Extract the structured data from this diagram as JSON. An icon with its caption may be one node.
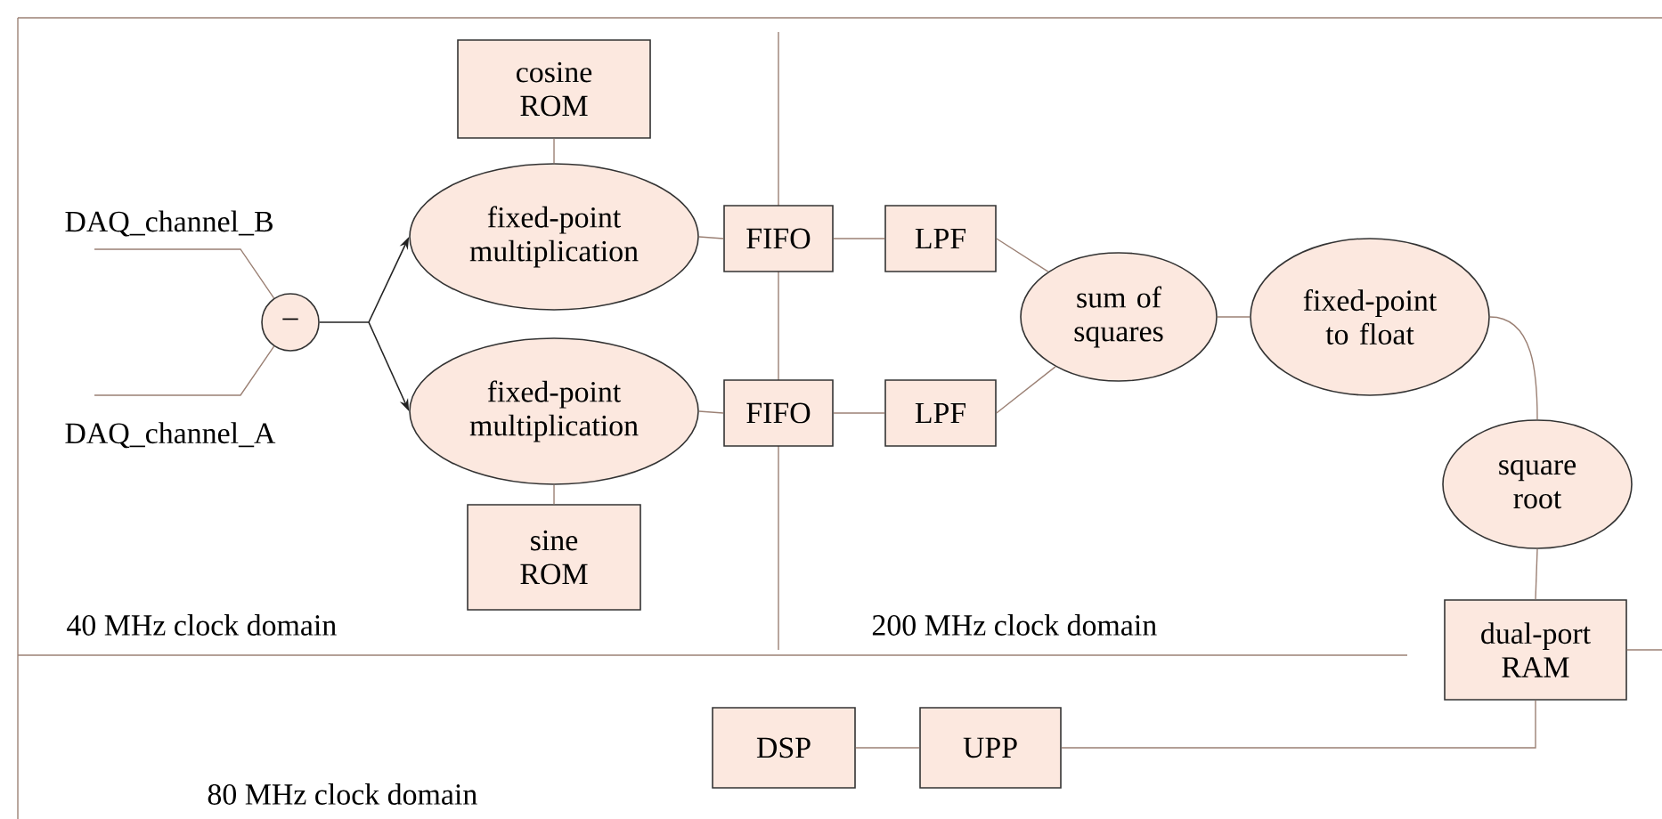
{
  "diagram": {
    "nodes": [
      {
        "text": [
          "DAQ_channel_B"
        ]
      },
      {
        "text": [
          "DAQ_channel_A"
        ]
      },
      {
        "text": [
          "–"
        ]
      },
      {
        "text": [
          "cosine ROM"
        ]
      },
      {
        "text": [
          "fixed-point multiplication"
        ]
      },
      {
        "text": [
          "FIFO"
        ]
      },
      {
        "text": [
          "LPF"
        ]
      },
      {
        "text": [
          "fixed-point multiplication"
        ]
      },
      {
        "text": [
          "FIFO"
        ]
      },
      {
        "text": [
          "LPF"
        ]
      },
      {
        "text": [
          "sine ROM"
        ]
      },
      {
        "text": [
          "sum of squares"
        ]
      },
      {
        "text": [
          "fixed-point to float"
        ]
      },
      {
        "text": [
          "square root"
        ]
      },
      {
        "text": [
          "dual-port RAM"
        ]
      },
      {
        "text": [
          "DSP"
        ]
      },
      {
        "text": [
          "UPP"
        ]
      }
    ],
    "edges": [
      {
        "from": 0,
        "to": 2,
        "arrow": "none"
      },
      {
        "from": 1,
        "to": 2,
        "arrow": "none"
      },
      {
        "from": 2,
        "to": 4,
        "arrow": "to",
        "color": "#222222"
      },
      {
        "from": 2,
        "to": 7,
        "arrow": "to",
        "color": "#222222"
      },
      {
        "from": 3,
        "to": 4,
        "arrow": "none"
      },
      {
        "from": 4,
        "to": 5,
        "arrow": "none"
      },
      {
        "from": 5,
        "to": 6,
        "arrow": "none"
      },
      {
        "from": 6,
        "to": 11,
        "arrow": "none"
      },
      {
        "from": 10,
        "to": 7,
        "arrow": "none"
      },
      {
        "from": 7,
        "to": 8,
        "arrow": "none"
      },
      {
        "from": 8,
        "to": 9,
        "arrow": "none"
      },
      {
        "from": 9,
        "to": 11,
        "arrow": "none"
      },
      {
        "from": 11,
        "to": 12,
        "arrow": "none"
      },
      {
        "from": 12,
        "to": 13,
        "arrow": "none"
      },
      {
        "from": 13,
        "to": 14,
        "arrow": "none"
      },
      {
        "from": 14,
        "to": null,
        "arrow": "none"
      },
      {
        "from": 14,
        "to": 16,
        "arrow": "none"
      },
      {
        "from": 16,
        "to": 15,
        "arrow": "none"
      }
    ],
    "labels": [
      "40 MHz clock domain",
      "200 MHz clock domain",
      "80 MHz clock domain"
    ]
  }
}
